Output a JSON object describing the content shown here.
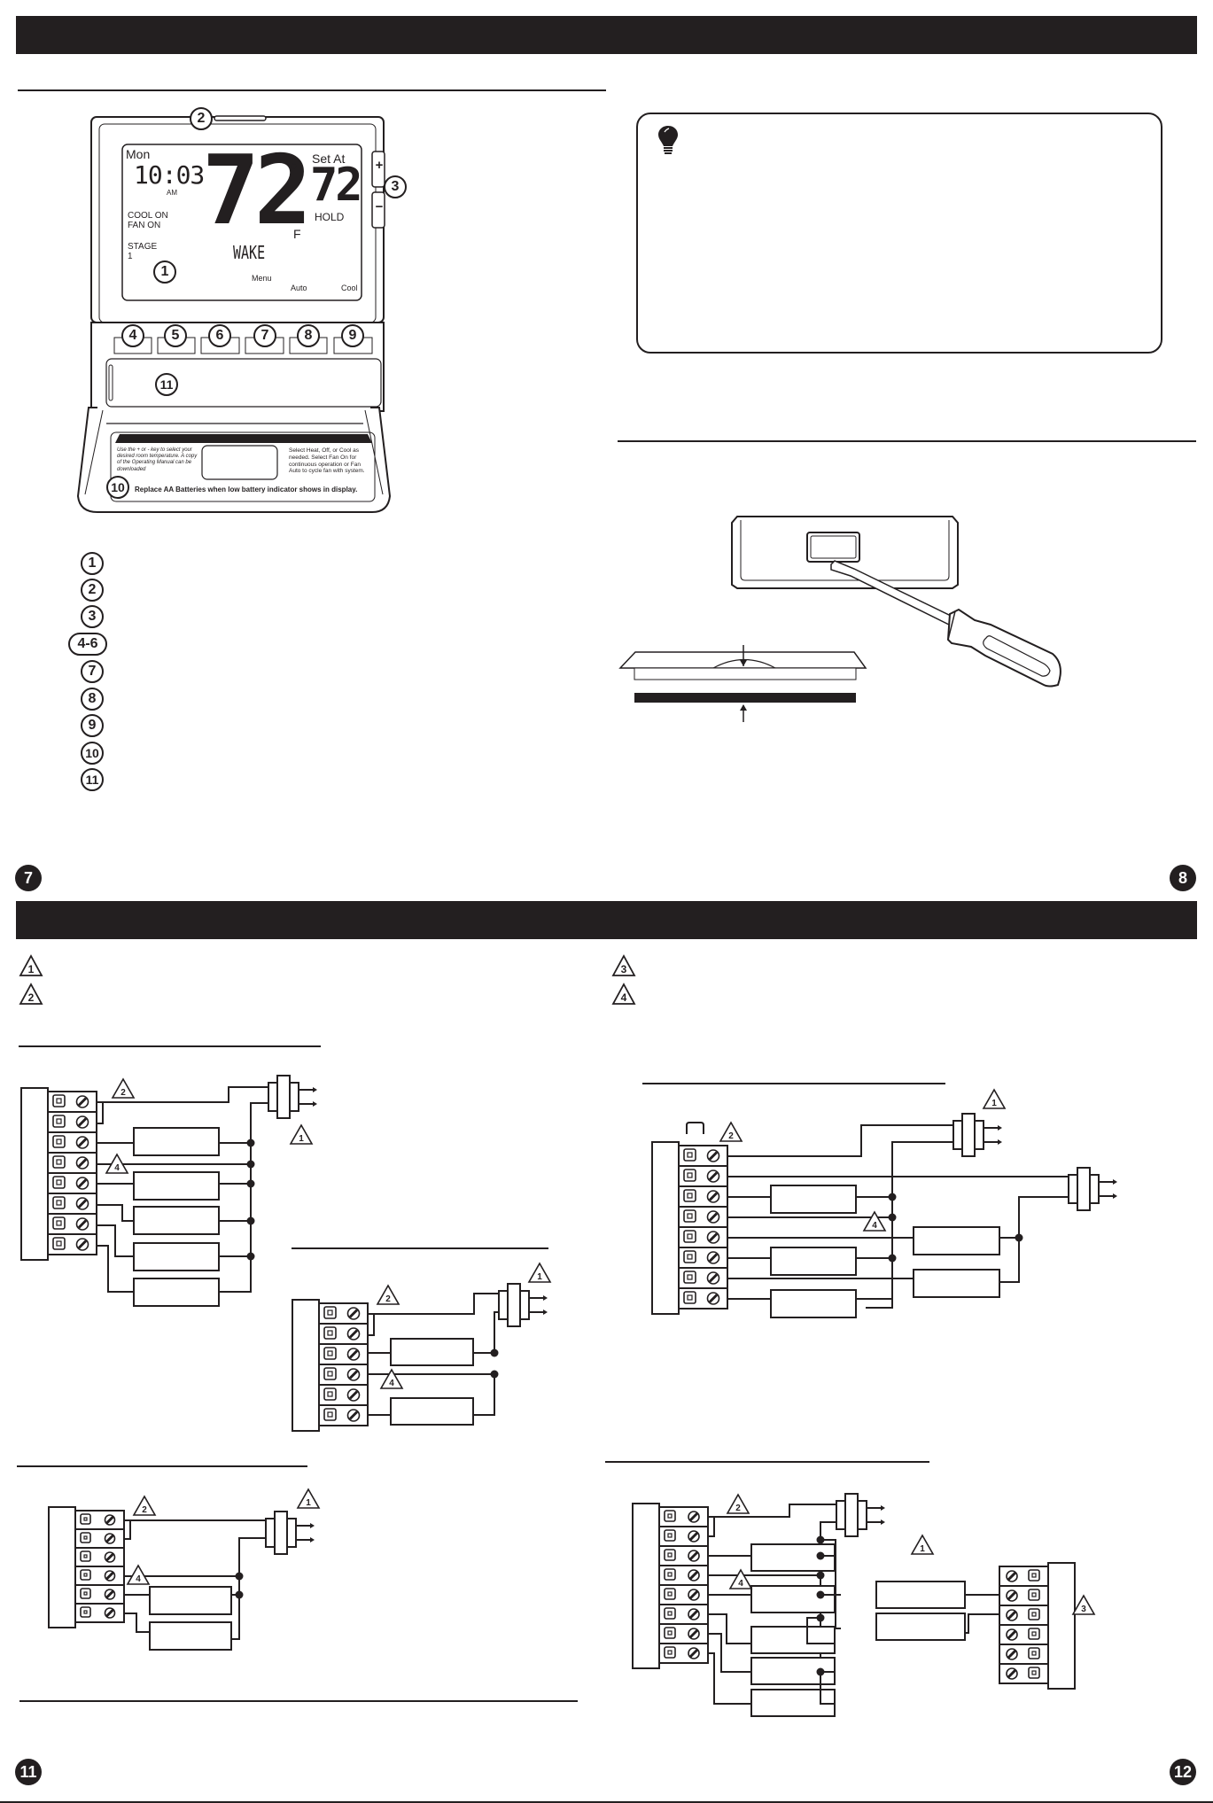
{
  "pages": {
    "top_left": "7",
    "top_right": "8",
    "bottom_left": "11",
    "bottom_right": "12"
  },
  "thermostat": {
    "display": {
      "day": "Mon",
      "time": "10:03",
      "ampm": "AM",
      "temperature": "72",
      "degree": "°",
      "unit": "F",
      "set_at_label": "Set At",
      "set_temperature": "72",
      "hold": "HOLD",
      "cool_on": "COOL ON",
      "fan_on": "FAN ON",
      "stage_label": "STAGE",
      "stage_value": "1",
      "program_period": "WAKE",
      "menu": "Menu",
      "auto": "Auto",
      "cool": "Cool"
    },
    "plus_label": "+",
    "minus_label": "−",
    "callouts": [
      "1",
      "2",
      "3",
      "4",
      "5",
      "6",
      "7",
      "8",
      "9",
      "10",
      "11"
    ],
    "door_label": {
      "left_text": "Use the + or - key to select your desired room temperature. A copy of the Operating Manual can be downloaded",
      "right_text": "Select Heat, Off, or Cool as needed. Select Fan On for continuous operation or Fan Auto to cycle fan with system.",
      "battery_text": "Replace AA Batteries when low battery indicator shows in display."
    }
  },
  "legend_callouts": [
    "1",
    "2",
    "3",
    "4-6",
    "7",
    "8",
    "9",
    "10",
    "11"
  ],
  "tip_box": {
    "icon": "lightbulb-icon"
  },
  "wiring_notes": {
    "left": [
      "1",
      "2"
    ],
    "right": [
      "3",
      "4"
    ]
  },
  "diagrams": {
    "d1": {
      "notes": [
        "2",
        "4",
        "1"
      ]
    },
    "d2": {
      "notes": [
        "2",
        "4",
        "1"
      ]
    },
    "d3": {
      "notes": [
        "2",
        "4",
        "1"
      ]
    },
    "d4": {
      "notes": [
        "1",
        "2",
        "4"
      ]
    },
    "d5": {
      "notes": [
        "2",
        "4",
        "1",
        "3"
      ]
    }
  }
}
